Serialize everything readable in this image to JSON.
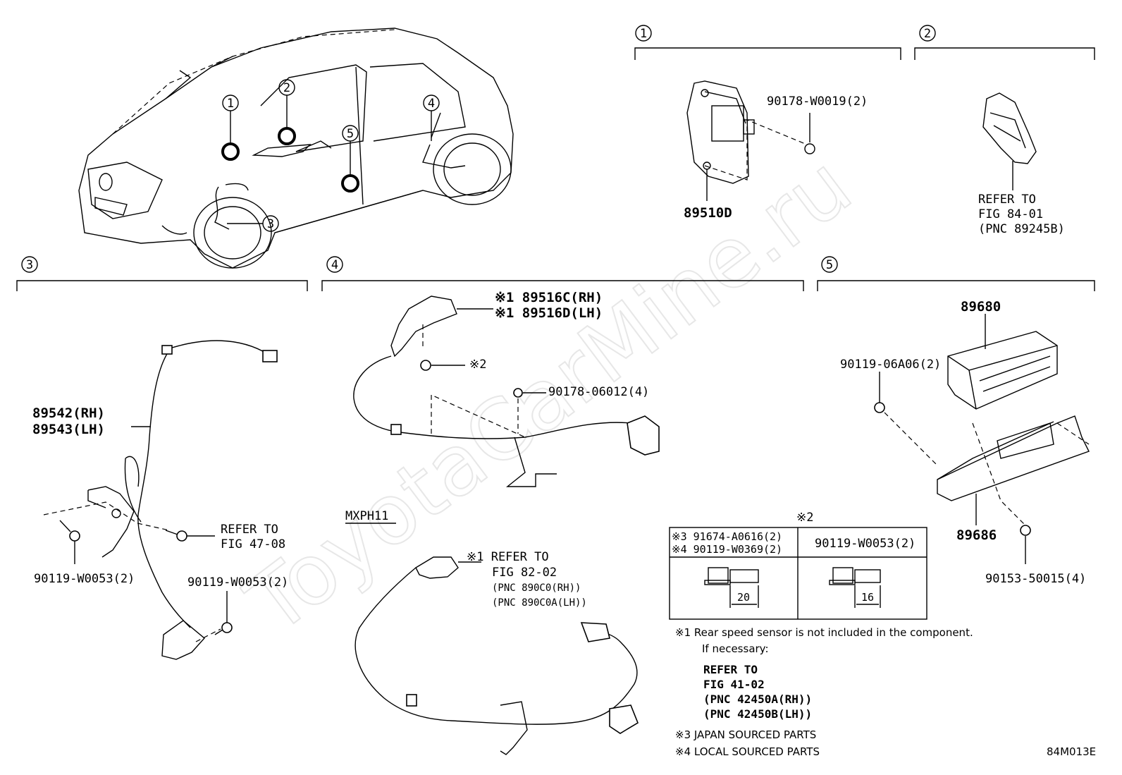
{
  "watermark": "ToyotaCarMine.ru",
  "diagram_code": "84M013E",
  "callouts": [
    "1",
    "2",
    "3",
    "4",
    "5"
  ],
  "sections": {
    "s1": {
      "number": "1",
      "parts": [
        {
          "id": "bolt",
          "label": "90178-W0019(2)"
        },
        {
          "id": "module",
          "label": "89510D"
        }
      ]
    },
    "s2": {
      "number": "2",
      "refer": [
        "REFER TO",
        "FIG 84-01",
        "(PNC 89245B)"
      ]
    },
    "s3": {
      "number": "3",
      "sensor_labels": [
        "89542(RH)",
        "89543(LH)"
      ],
      "refer": [
        "REFER TO",
        "FIG 47-08"
      ],
      "bolt_a": "90119-W0053(2)",
      "bolt_b": "90119-W0053(2)"
    },
    "s4": {
      "number": "4",
      "sensor_labels": [
        "※1 89516C(RH)",
        "※1 89516D(LH)"
      ],
      "mark_2": "※2",
      "nut": "90178-06012(4)",
      "model": "MXPH11",
      "refer": [
        "※1 REFER TO",
        "FIG 82-02",
        "(PNC 890C0(RH))",
        "(PNC 890C0A(LH))"
      ]
    },
    "s5": {
      "number": "5",
      "ecu": "89680",
      "bolt_top": "90119-06A06(2)",
      "bracket": "89686",
      "bolt_bottom": "90153-50015(4)"
    }
  },
  "table": {
    "title": "※2",
    "left_head": [
      "※3 91674-A0616(2)",
      "※4 90119-W0369(2)"
    ],
    "right_head": "90119-W0053(2)",
    "left_dim": "20",
    "right_dim": "16"
  },
  "notes": {
    "n1": "※1  Rear speed sensor is not included in the component.",
    "n1b": "If necessary:",
    "refer": [
      "REFER TO",
      "FIG 41-02",
      "(PNC 42450A(RH))",
      "(PNC 42450B(LH))"
    ],
    "n3": "※3 JAPAN SOURCED PARTS",
    "n4": "※4 LOCAL SOURCED PARTS"
  }
}
